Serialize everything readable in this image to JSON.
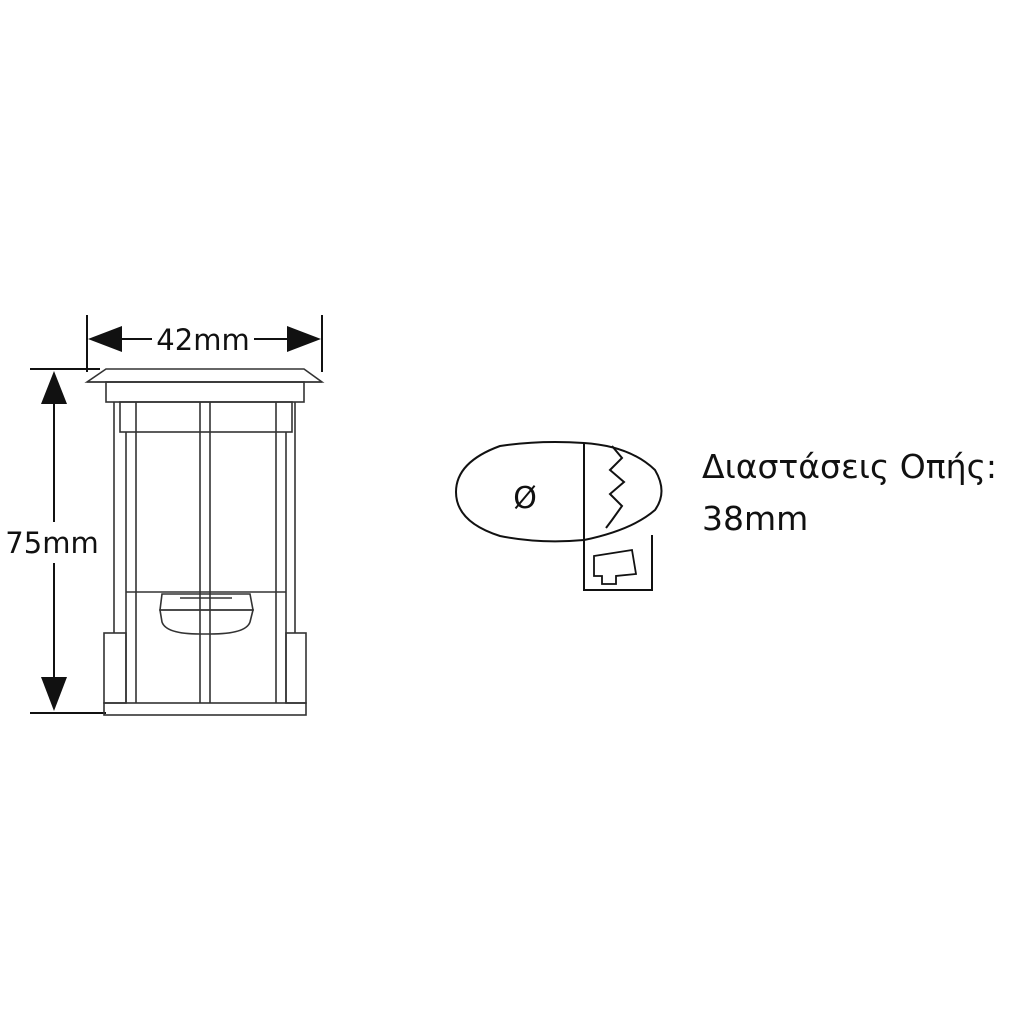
{
  "dimensions": {
    "width_label": "42mm",
    "height_label": "75mm"
  },
  "hole": {
    "symbol": "Ø",
    "label_line1": "Διαστάσεις Οπής:",
    "label_line2": "38mm"
  },
  "colors": {
    "line": "#111111",
    "fixture_line": "#333333",
    "background": "#ffffff"
  }
}
